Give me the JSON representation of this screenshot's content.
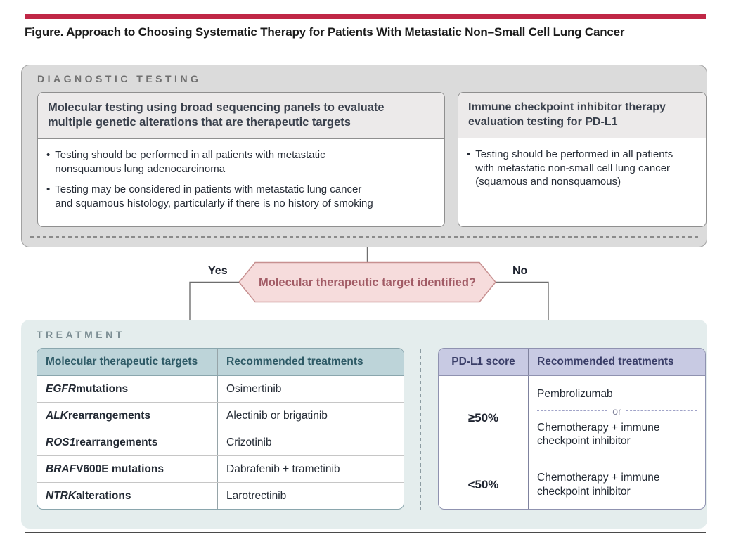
{
  "figure": {
    "title": "Figure. Approach to Choosing Systematic Therapy for Patients With Metastatic Non–Small Cell Lung Cancer"
  },
  "diagnostic": {
    "section_label": "DIAGNOSTIC TESTING",
    "molecular_box": {
      "header": "Molecular testing using broad sequencing panels to evaluate\nmultiple genetic alterations that are therapeutic targets",
      "bullet_char": "•",
      "bullets": [
        "Testing should be performed in all patients with metastatic\nnonsquamous lung adenocarcinoma",
        "Testing may be considered in patients with metastatic lung cancer\nand squamous histology, particularly if there is no history of smoking"
      ]
    },
    "immune_box": {
      "header": "Immune checkpoint inhibitor therapy\nevaluation testing for PD-L1",
      "bullet_char": "•",
      "bullets": [
        "Testing should be performed in all patients\nwith metastatic non-small cell lung cancer\n(squamous and nonsquamous)"
      ]
    }
  },
  "decision": {
    "question": "Molecular therapeutic target identified?",
    "yes_label": "Yes",
    "no_label": "No"
  },
  "treatment": {
    "section_label": "TREATMENT",
    "molecular_table": {
      "headers": [
        "Molecular therapeutic targets",
        "Recommended treatments"
      ],
      "rows": [
        {
          "gene": "EGFR",
          "descriptor": "mutations",
          "treatment": "Osimertinib"
        },
        {
          "gene": "ALK",
          "descriptor": "rearrangements",
          "treatment": "Alectinib or brigatinib"
        },
        {
          "gene": "ROS1",
          "descriptor": "rearrangements",
          "treatment": "Crizotinib"
        },
        {
          "gene": "BRAF",
          "descriptor": "V600E mutations",
          "treatment": "Dabrafenib + trametinib"
        },
        {
          "gene": "NTRK",
          "descriptor": "alterations",
          "treatment": "Larotrectinib"
        }
      ]
    },
    "pdl1_table": {
      "headers": [
        "PD-L1 score",
        "Recommended treatments"
      ],
      "rows": [
        {
          "score": "≥50%",
          "option_1": "Pembrolizumab",
          "or_label": "or",
          "option_2": "Chemotherapy + immune\ncheckpoint inhibitor"
        },
        {
          "score": "<50%",
          "option_1": "Chemotherapy + immune\ncheckpoint inhibitor"
        }
      ]
    }
  },
  "colors": {
    "accent_red": "#C02746",
    "diagnostic_panel_gray": "#DBDBDB",
    "treatment_panel_teal": "#E4EDED",
    "molecular_header_teal": "#BDD4D9",
    "pdl1_header_lavender": "#C8CAE3",
    "decision_fill_pink": "#F6DCDC",
    "decision_border_rose": "#C79090",
    "decision_text_rose": "#A25C66",
    "connector_gray": "#6E6E6E"
  }
}
